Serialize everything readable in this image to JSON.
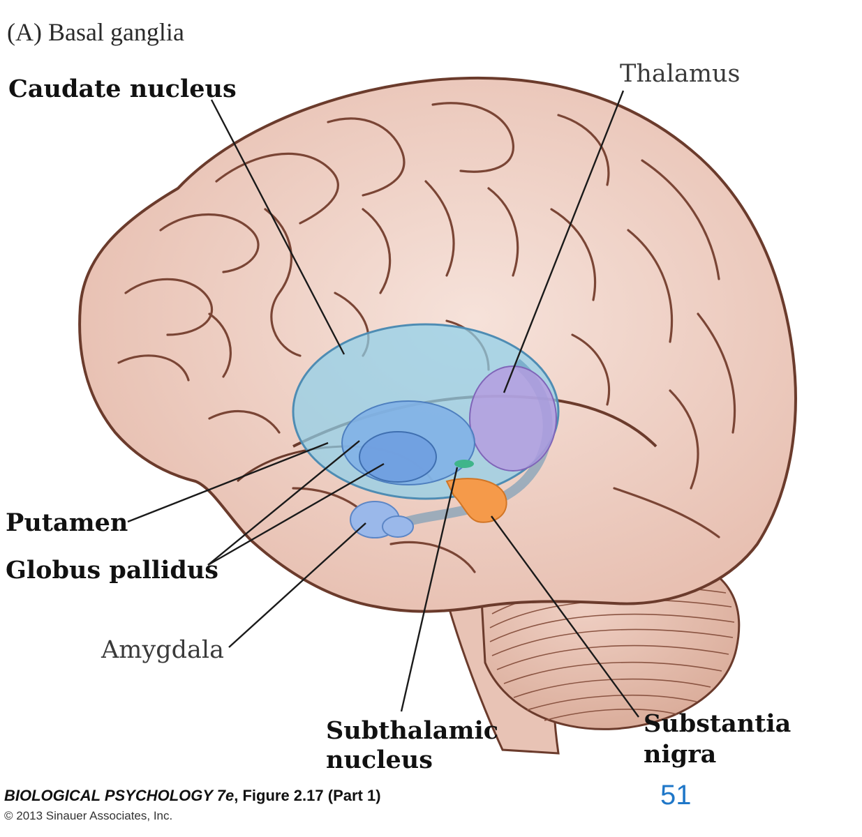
{
  "panel_title": "(A)  Basal ganglia",
  "labels": {
    "caudate_nucleus": "Caudate nucleus",
    "thalamus": "Thalamus",
    "putamen": "Putamen",
    "globus_pallidus": "Globus pallidus",
    "amygdala": "Amygdala",
    "subthalamic_line1": "Subthalamic",
    "subthalamic_line2": "nucleus",
    "substantia_line1": "Substantia",
    "substantia_line2": "nigra"
  },
  "caption": {
    "book_title": "BIOLOGICAL PSYCHOLOGY 7e",
    "figure_ref": ", Figure 2.17 (Part 1)",
    "copyright": "© 2013 Sinauer Associates, Inc."
  },
  "page_number": "51",
  "colors": {
    "brain_fill": "#efd2c7",
    "brain_outline": "#6b3b2c",
    "sulci": "#7a4535",
    "caudate": "#8fd0ea",
    "putamen": "#7fb0e6",
    "globus_pallidus": "#6f9ee0",
    "thalamus": "#b59be0",
    "amygdala": "#9ab8ea",
    "substantia_nigra": "#f59a4a",
    "subthalamic": "#3fb58a",
    "page_number": "#1f77c8"
  }
}
